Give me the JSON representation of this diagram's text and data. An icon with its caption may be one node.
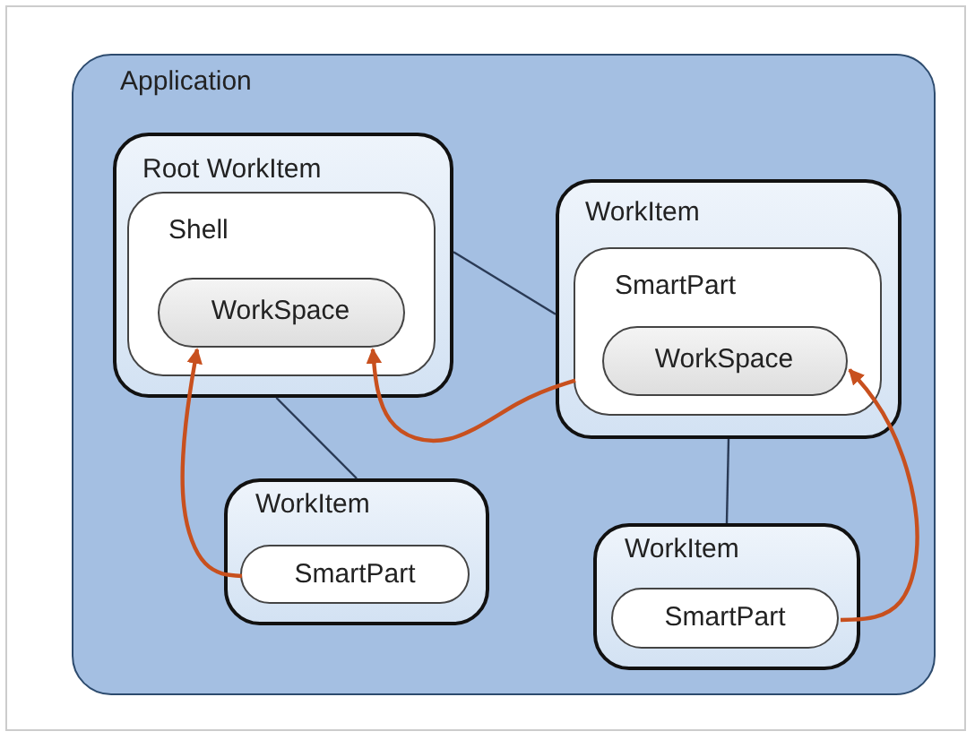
{
  "diagram": {
    "nodes": [
      {
        "text": [
          "Application"
        ]
      },
      {
        "text": [
          "Root WorkItem"
        ],
        "in": 0
      },
      {
        "text": [
          "Shell"
        ],
        "in": 1
      },
      {
        "text": [
          "WorkSpace"
        ],
        "in": 2
      },
      {
        "text": [
          "WorkItem"
        ],
        "in": 0
      },
      {
        "text": [
          "SmartPart"
        ],
        "in": 4
      },
      {
        "text": [
          "WorkSpace"
        ],
        "in": 5
      },
      {
        "text": [
          "WorkItem"
        ],
        "in": 0
      },
      {
        "text": [
          "SmartPart"
        ],
        "in": 7
      },
      {
        "text": [
          "WorkItem"
        ],
        "in": 0
      },
      {
        "text": [
          "SmartPart"
        ],
        "in": 9
      }
    ],
    "edges": [
      {
        "from": 1,
        "to": 4,
        "arrow": "none",
        "color": "#2a3a55"
      },
      {
        "from": 1,
        "to": 7,
        "arrow": "none",
        "color": "#2a3a55"
      },
      {
        "from": 4,
        "to": 9,
        "arrow": "none",
        "color": "#2a3a55"
      },
      {
        "from": 8,
        "to": 3,
        "arrow": "to",
        "color": "#c8501e"
      },
      {
        "from": 5,
        "to": 3,
        "arrow": "to",
        "color": "#c8501e"
      },
      {
        "from": 10,
        "to": 6,
        "arrow": "to",
        "color": "#c8501e"
      }
    ]
  }
}
